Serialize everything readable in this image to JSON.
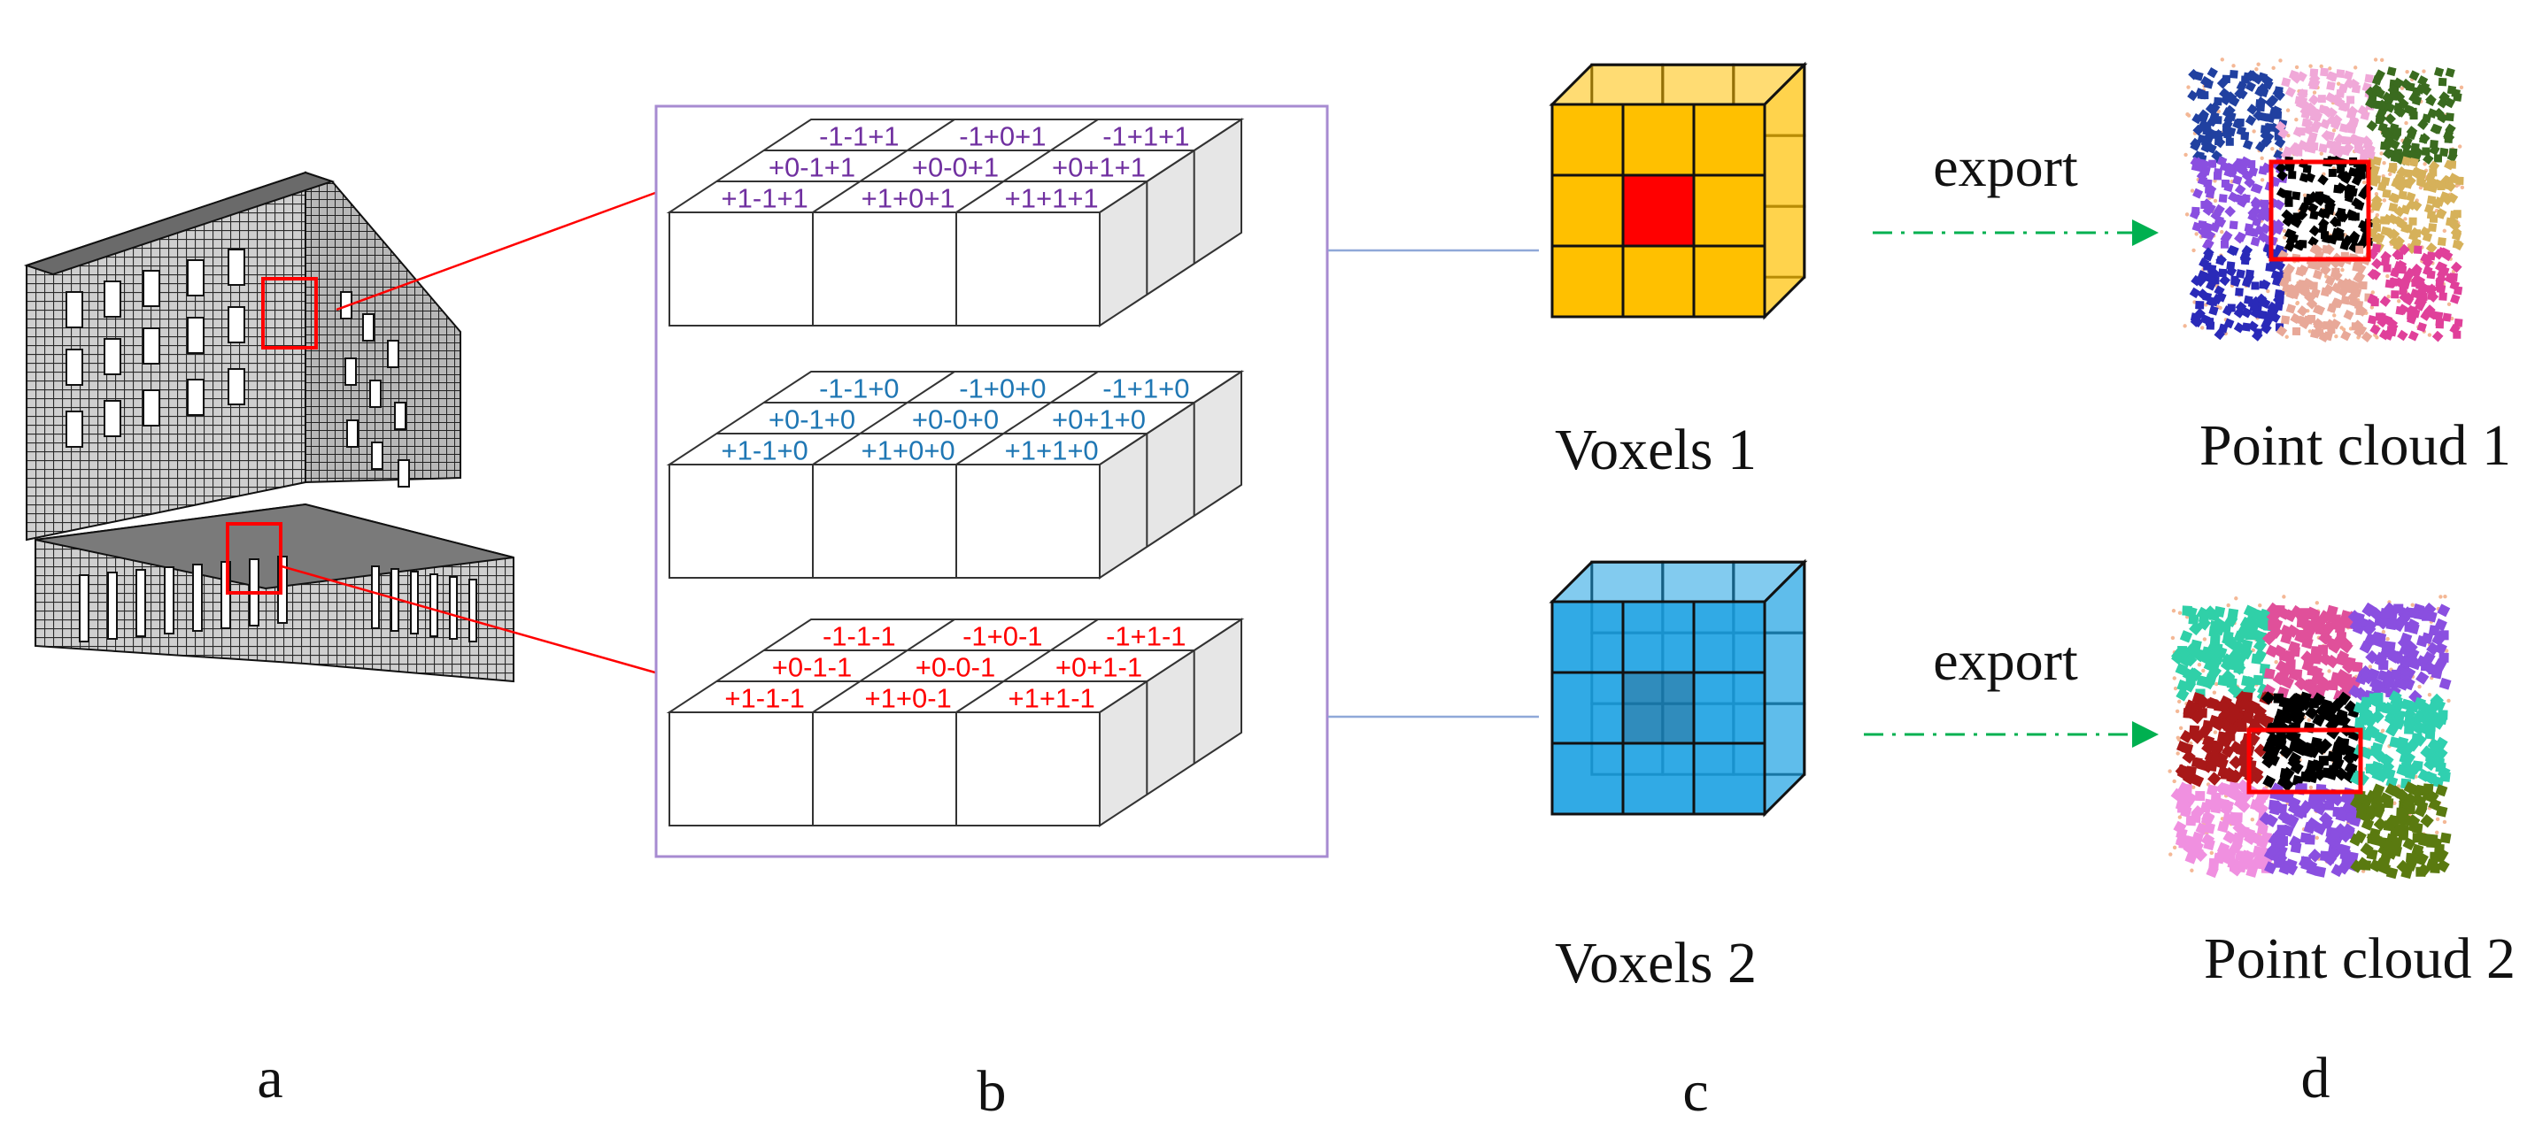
{
  "panel_labels": {
    "a": "a",
    "b": "b",
    "c": "c",
    "d": "d"
  },
  "layers": [
    {
      "name": "upper",
      "color": "#7030a0",
      "back": [
        "-1-1+1",
        "-1+0+1",
        "-1+1+1"
      ],
      "middle": [
        "+0-1+1",
        "+0-0+1",
        "+0+1+1"
      ],
      "front": [
        "+1-1+1",
        "+1+0+1",
        "+1+1+1"
      ]
    },
    {
      "name": "middle",
      "color": "#1f77b4",
      "back": [
        "-1-1+0",
        "-1+0+0",
        "-1+1+0"
      ],
      "middle": [
        "+0-1+0",
        "+0-0+0",
        "+0+1+0"
      ],
      "front": [
        "+1-1+0",
        "+1+0+0",
        "+1+1+0"
      ]
    },
    {
      "name": "lower",
      "color": "#ff0000",
      "back": [
        "-1-1-1",
        "-1+0-1",
        "-1+1-1"
      ],
      "middle": [
        "+0-1-1",
        "+0-0-1",
        "+0+1-1"
      ],
      "front": [
        "+1-1-1",
        "+1+0-1",
        "+1+1-1"
      ]
    }
  ],
  "voxels": [
    {
      "label": "Voxels 1",
      "fill": "#ffc000",
      "center": "#ff0000"
    },
    {
      "label": "Voxels 2",
      "fill": "#1ba1e2",
      "center": "#1a7fb5"
    }
  ],
  "exports": [
    {
      "label": "export"
    },
    {
      "label": "export"
    }
  ],
  "point_clouds": [
    {
      "label": "Point cloud 1",
      "colors": [
        "#2040a0",
        "#f0a8d8",
        "#3a6b1f",
        "#8a4fe0",
        "#000000",
        "#d6b15a",
        "#2a2ab8",
        "#e8a898",
        "#e0409a"
      ]
    },
    {
      "label": "Point cloud 2",
      "colors": [
        "#30d0a8",
        "#e0509a",
        "#8a4fe0",
        "#a81818",
        "#000000",
        "#30d0b0",
        "#f090e0",
        "#8a4fe0",
        "#5a7a10"
      ]
    }
  ],
  "colors": {
    "connector_red": "#ff0000",
    "connector_blue": "#8fa8d8",
    "arrow_green": "#00b050",
    "frame_purple": "#a78bd1"
  }
}
